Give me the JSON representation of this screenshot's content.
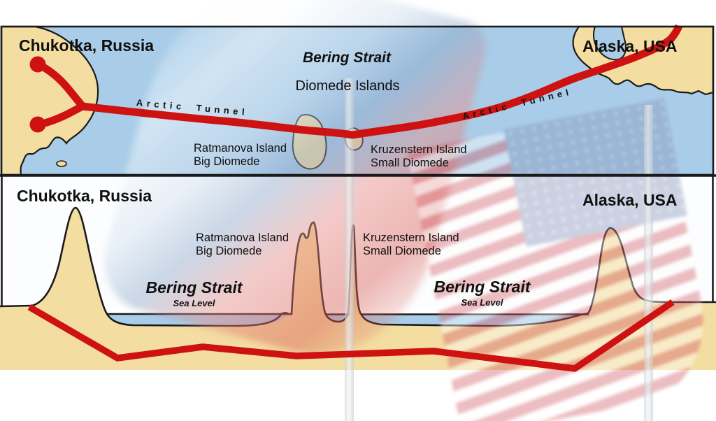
{
  "map": {
    "labels": {
      "chukotka": "Chukotka, Russia",
      "bering_strait": "Bering Strait",
      "diomede_islands": "Diomede Islands",
      "alaska": "Alaska, USA",
      "arctic_tunnel_west": "Arctic Tunnel",
      "arctic_tunnel_east": "Arctic Tunnel",
      "ratmanova": {
        "line1": "Ratmanova Island",
        "line2": "Big Diomede"
      },
      "kruzenstern": {
        "line1": "Kruzenstern Island",
        "line2": "Small Diomede"
      }
    }
  },
  "cross_section": {
    "labels": {
      "chukotka": "Chukotka, Russia",
      "alaska": "Alaska, USA",
      "ratmanova": {
        "line1": "Ratmanova Island",
        "line2": "Big Diomede"
      },
      "kruzenstern": {
        "line1": "Kruzenstern Island",
        "line2": "Small Diomede"
      },
      "bering_strait_west": {
        "title": "Bering Strait",
        "subtitle": "Sea Level"
      },
      "bering_strait_east": {
        "title": "Bering Strait",
        "subtitle": "Sea Level"
      }
    }
  },
  "colors": {
    "sea": "#a9cde8",
    "land": "#f3dda1",
    "water": "#a9cde8",
    "tunnel_red": "#ce1212",
    "outline": "#1a1a1a",
    "sky": "#fcfdfe",
    "background": "#ffffff"
  }
}
